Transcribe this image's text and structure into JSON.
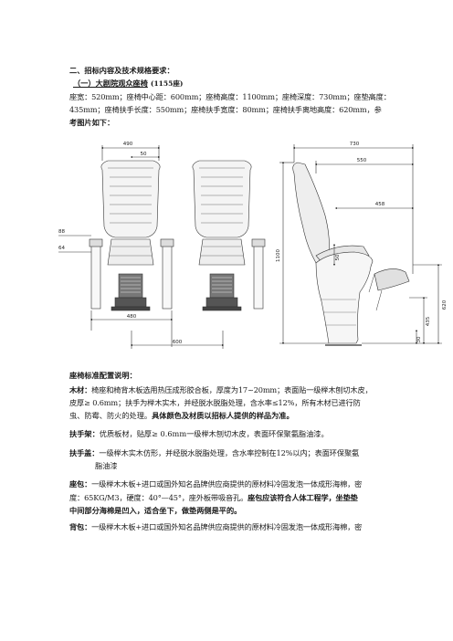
{
  "section_title": "二、招标内容及技术规格要求：",
  "subsection": {
    "title": "（一）大剧院观众座椅",
    "count": "(1155座)"
  },
  "specs": {
    "line1": "座宽：520mm；座椅中心距：600mm；座椅高度：1100mm；座椅深度：730mm；座垫高度：",
    "line2": "435mm；座椅扶手长度：550mm；座椅扶手宽度：80mm；座椅扶手离地高度：620mm，参",
    "line3": "考图片如下："
  },
  "drawing": {
    "dims": {
      "top_width": "490",
      "back_small": "50",
      "left_88": "88",
      "left_64": "64",
      "bottom_480": "480",
      "bottom_600": "600",
      "side_730": "730",
      "side_550": "550",
      "side_458": "458",
      "height_1100": "1100",
      "seat_50": "50",
      "seat_620": "620",
      "seat_435": "435",
      "foot_30": "30"
    }
  },
  "config": {
    "title": "座椅标准配置说明：",
    "wood_label": "木材：",
    "wood_l1": "椅座和椅背木板选用热压成形胶合板，厚度为17~20mm；表面贴一级榉木刨切木皮，",
    "wood_l2": "皮厚≥  0.6mm；扶手为榉木实木，并经脱水脱脂处理，含水率≤12%，所有木材已进行防",
    "wood_l3a": "虫、防霉、防火的处理。",
    "wood_l3b": "具体颜色及材质以招标人提供的样品为准。",
    "armframe_label": "扶手架：",
    "armframe_text": "优质板材，贴厚≥  0.6mm一级榉木刨切木皮，表面环保聚氨脂油漆。",
    "armcover_label": "扶手盖：",
    "armcover_l1": "一级榉木实木仿形，并经脱水脱脂处理，含水率控制在12%以内；表面环保聚氨",
    "armcover_l2": "脂油漆",
    "cushion_label": "座包：",
    "cushion_l1": "一级榉木木板+进口或国外知名品牌供应商提供的原材料冷固发泡一体成形海棉，密",
    "cushion_l2a": "度：65KG/M3，硬度：40°—45°，座外板带吸音孔。",
    "cushion_l2b": "座包应该符合人体工程学，坐垫垫",
    "cushion_l3": "中间部分海棉是凹入，适合坐下，做垫两侧是平的。",
    "back_label": "背包：",
    "back_l1": "一级榉木木板+进口或国外知名品牌供应商提供的原材料冷固发泡一体成形海棉，密"
  }
}
